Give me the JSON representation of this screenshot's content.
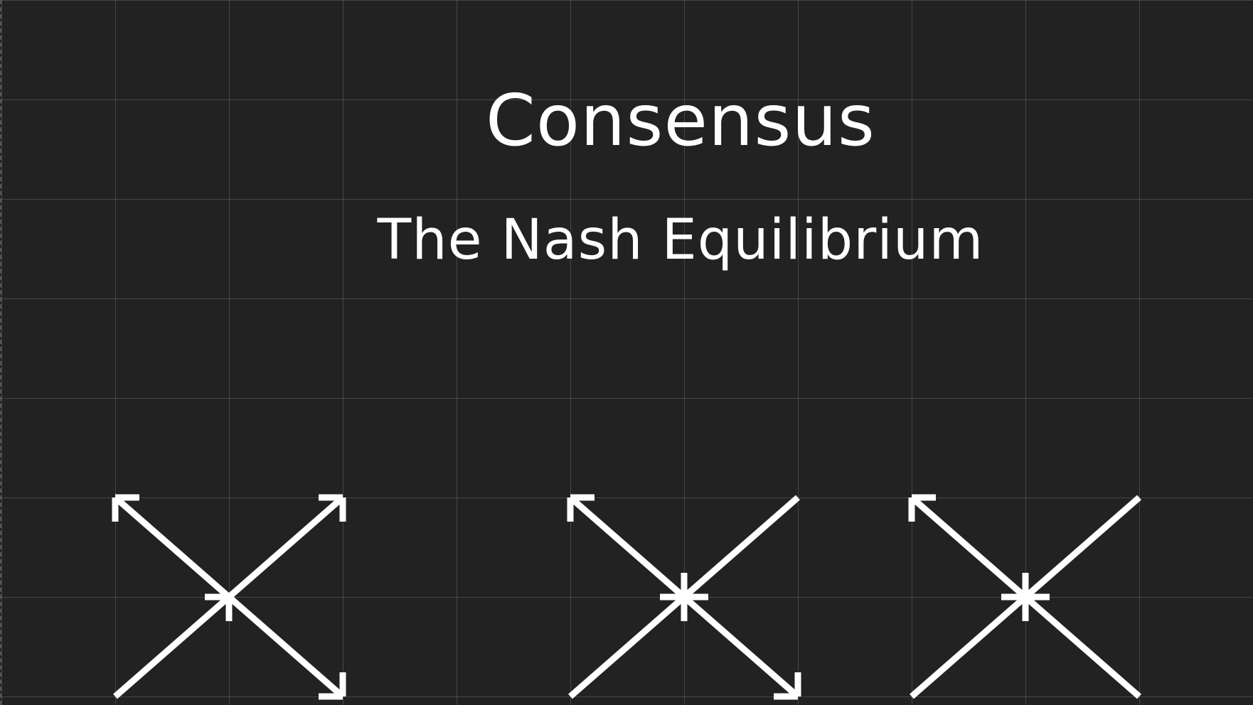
{
  "slide": {
    "title": "Consensus",
    "subtitle": "The Nash Equilibrium",
    "background_color": "#222222",
    "grid_color": "#5a5a5a",
    "line_color": "#ffffff"
  },
  "diagrams": [
    {
      "name": "diverging",
      "arrows": [
        {
          "direction": "up-left",
          "head": "outer"
        },
        {
          "direction": "up-right",
          "head": "outer"
        },
        {
          "direction": "down-left",
          "head": "center"
        },
        {
          "direction": "down-right",
          "head": "outer"
        }
      ]
    },
    {
      "name": "mixed",
      "arrows": [
        {
          "direction": "up-left",
          "head": "outer"
        },
        {
          "direction": "up-right",
          "head": "center"
        },
        {
          "direction": "down-left",
          "head": "center"
        },
        {
          "direction": "down-right",
          "head": "outer"
        }
      ]
    },
    {
      "name": "converging",
      "arrows": [
        {
          "direction": "up-left",
          "head": "outer"
        },
        {
          "direction": "up-right",
          "head": "center"
        },
        {
          "direction": "down-left",
          "head": "center"
        },
        {
          "direction": "down-right",
          "head": "center"
        }
      ]
    }
  ]
}
